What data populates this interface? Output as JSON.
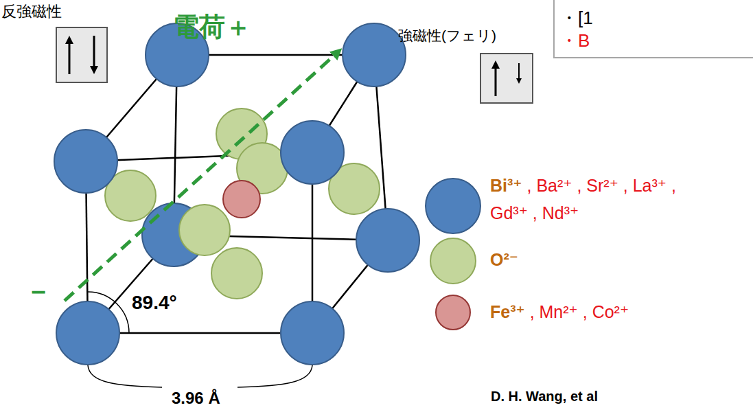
{
  "diagram": {
    "nodes": [
      {
        "text": [
          "・[1",
          "・B"
        ]
      }
    ],
    "edges": [],
    "labels": [
      "反強磁性",
      "電荷＋",
      "強磁性(フェリ)",
      "－",
      "89.4°",
      "3.96 Å",
      "D. H. Wang, et al"
    ],
    "legend": [
      {
        "text": "Bi³⁺ , Ba²⁺ , Sr²⁺ , La³⁺ , Gd³⁺ , Nd³⁺",
        "color": "#4f81bd"
      },
      {
        "text": "O²⁻",
        "color": "#c3d69b"
      },
      {
        "text": "Fe³⁺ , Mn²⁺ , Co²⁺",
        "color": "#d99694"
      }
    ]
  }
}
